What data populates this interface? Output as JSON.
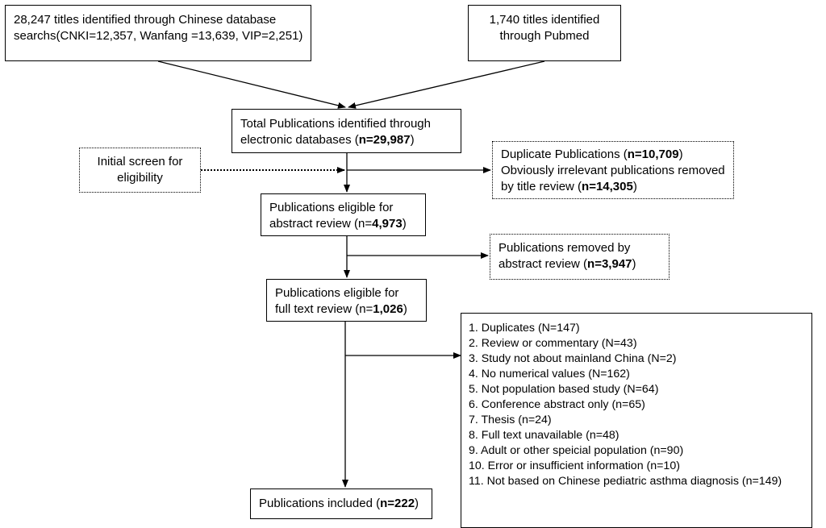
{
  "chinese_search": {
    "line1": "28,247 titles identified through Chinese database",
    "line2": "searchs(CNKI=12,357, Wanfang =13,639, VIP=2,251)"
  },
  "pubmed": {
    "line1": "1,740 titles identified",
    "line2": "through Pubmed"
  },
  "total": {
    "line1": "Total Publications identified through",
    "line2_prefix": "electronic databases (",
    "count": "n=29,987",
    "suffix": ")"
  },
  "initial_screen": {
    "line1": "Initial screen for",
    "line2": "eligibility"
  },
  "duplicates_removed": {
    "line1_prefix": "Duplicate Publications (",
    "line1_count": "n=10,709",
    "line1_suffix": ")",
    "line2": "Obviously irrelevant publications removed",
    "line3_prefix": "by title review (",
    "line3_count": "n=14,305",
    "line3_suffix": ")"
  },
  "abstract_review": {
    "line1": "Publications eligible for",
    "line2_prefix": "abstract review (n=",
    "count": "4,973",
    "suffix": ")"
  },
  "abstract_removed": {
    "line1": "Publications removed by",
    "line2_prefix": "abstract review (",
    "count": "n=3,947",
    "suffix": ")"
  },
  "fulltext_review": {
    "line1": "Publications eligible for",
    "line2_prefix": "full text review (n=",
    "count": "1,026",
    "suffix": ")"
  },
  "exclusion_reasons": [
    "1. Duplicates (N=147)",
    "2. Review or commentary (N=43)",
    "3. Study not about mainland China (N=2)",
    "4. No numerical values (N=162)",
    "5. Not population based study (N=64)",
    "6. Conference abstract only (n=65)",
    "7. Thesis (n=24)",
    "8. Full text unavailable (n=48)",
    "9. Adult or other speicial population (n=90)",
    "10. Error or insufficient information (n=10)",
    "11. Not based on Chinese pediatric asthma diagnosis (n=149)"
  ],
  "included": {
    "prefix": "Publications included (",
    "count": "n=222",
    "suffix": ")"
  }
}
